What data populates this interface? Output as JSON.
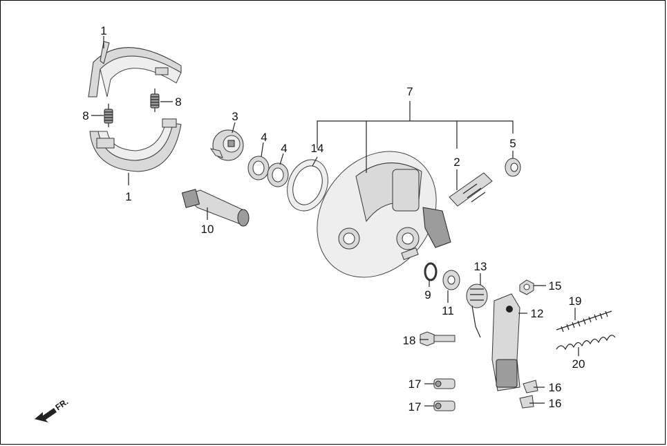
{
  "diagram": {
    "callouts": {
      "c1_top": "1",
      "c1_bottom": "1",
      "c2": "2",
      "c3": "3",
      "c4_a": "4",
      "c4_b": "4",
      "c5": "5",
      "c7": "7",
      "c8_left": "8",
      "c8_right": "8",
      "c9": "9",
      "c10": "10",
      "c11": "11",
      "c12": "12",
      "c13": "13",
      "c14": "14",
      "c15": "15",
      "c16_a": "16",
      "c16_b": "16",
      "c17_a": "17",
      "c17_b": "17",
      "c18": "18",
      "c19": "19",
      "c20": "20"
    },
    "direction_label": "FR."
  }
}
